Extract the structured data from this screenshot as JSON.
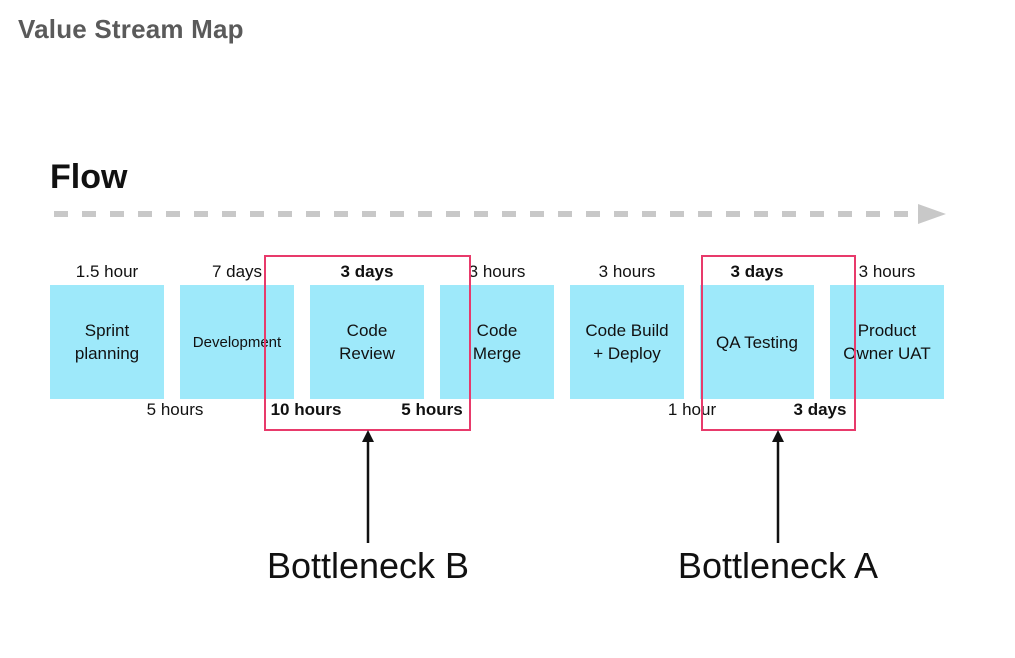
{
  "page_title": "Value Stream Map",
  "flow_label": "Flow",
  "steps": [
    {
      "name": "Sprint\nplanning",
      "process_time": "1.5 hour"
    },
    {
      "name": "Development",
      "process_time": "7 days"
    },
    {
      "name": "Code\nReview",
      "process_time": "3 days"
    },
    {
      "name": "Code\nMerge",
      "process_time": "3 hours"
    },
    {
      "name": "Code Build\n+ Deploy",
      "process_time": "3 hours"
    },
    {
      "name": "QA Testing",
      "process_time": "3 days"
    },
    {
      "name": "Product\nOwner UAT",
      "process_time": "3 hours"
    }
  ],
  "wait_times": [
    "5 hours",
    "10 hours",
    "5 hours",
    "1 hour",
    "3 days"
  ],
  "bottlenecks": [
    {
      "label": "Bottleneck B"
    },
    {
      "label": "Bottleneck A"
    }
  ],
  "colors": {
    "step_fill": "#9ee9fa",
    "highlight_border": "#e83a6b",
    "flow_arrow": "#c8c8c8"
  }
}
